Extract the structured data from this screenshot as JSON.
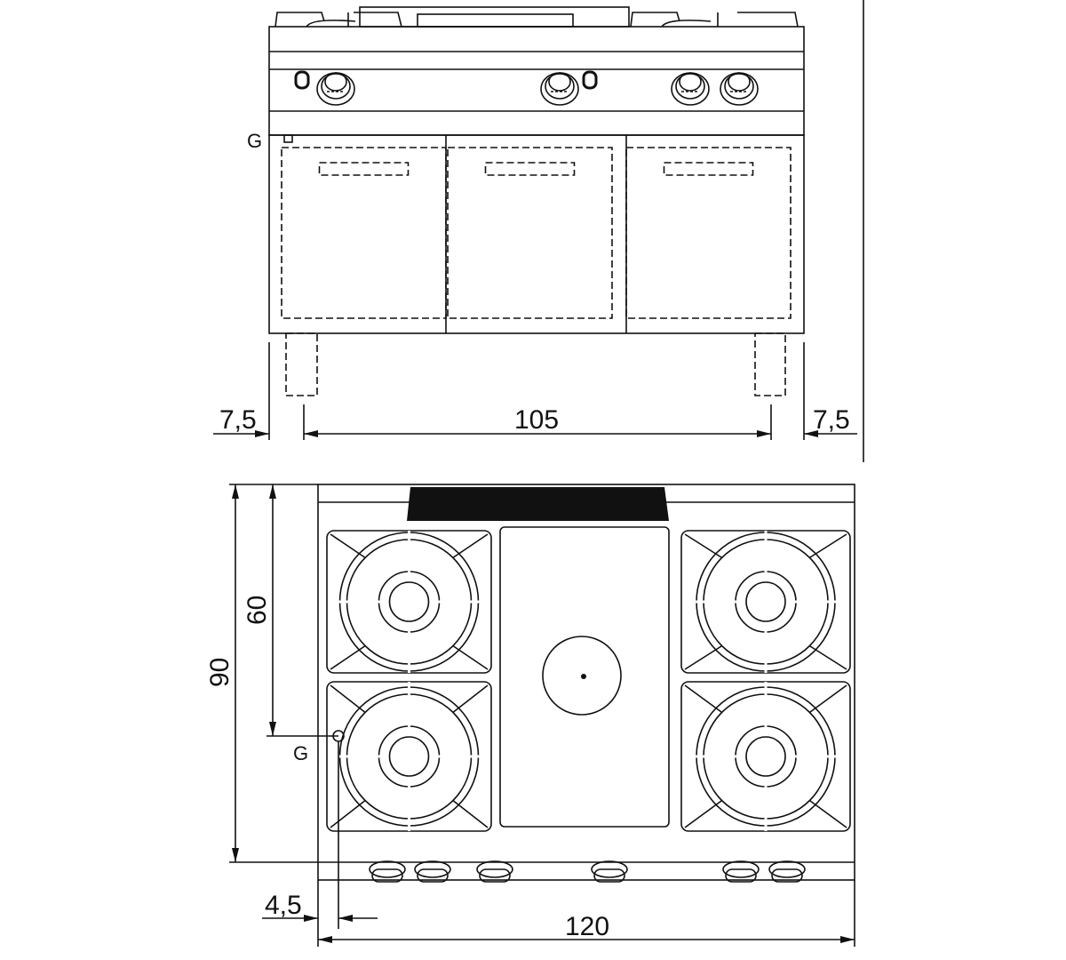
{
  "front_view": {
    "gas_label": "G",
    "dim_left": "7,5",
    "dim_center": "105",
    "dim_right": "7,5",
    "knob_count": 4,
    "door_count": 3
  },
  "plan_view": {
    "depth": "90",
    "depth_gas": "60",
    "gas_label": "G",
    "gas_offset": "4,5",
    "width": "120",
    "burner_count": 4,
    "knob_count": 6
  }
}
